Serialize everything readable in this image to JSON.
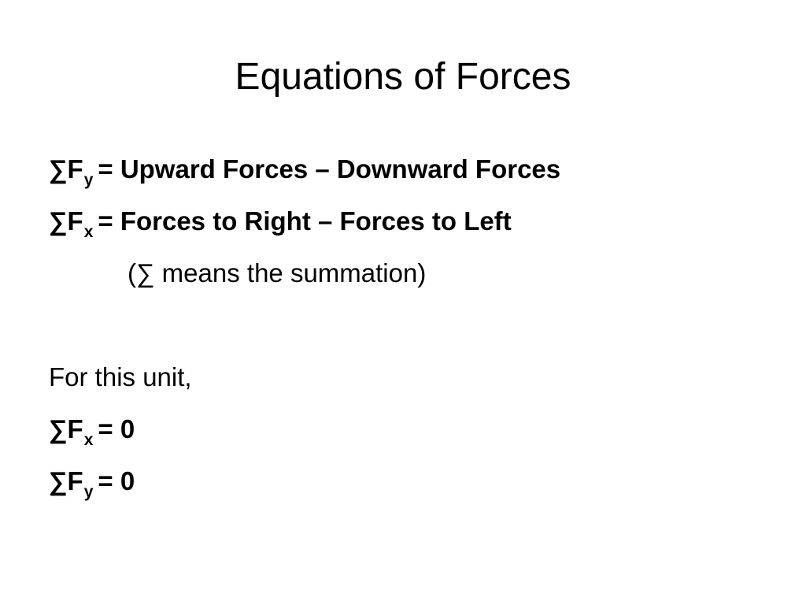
{
  "slide": {
    "title": "Equations of Forces",
    "lines": [
      {
        "sym": "∑F",
        "sub": "y",
        "rest": "= Upward Forces – Downward Forces"
      },
      {
        "sym": "∑F",
        "sub": "x",
        "rest": "= Forces to Right – Forces to Left"
      }
    ],
    "note": "(∑ means the summation)",
    "unit_intro": "For this unit,",
    "results": [
      {
        "sym": "∑F",
        "sub": "x",
        "rest": "= 0"
      },
      {
        "sym": "∑F",
        "sub": "y",
        "rest": "= 0"
      }
    ]
  }
}
